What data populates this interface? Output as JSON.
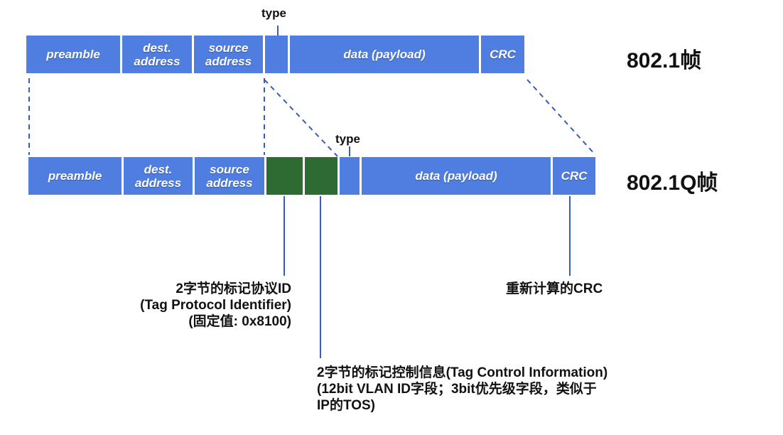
{
  "frames": {
    "top": {
      "title": "802.1帧",
      "type_label": "type",
      "fields": {
        "preamble": "preamble",
        "dest": "dest.\naddress",
        "source": "source\naddress",
        "type": "",
        "data": "data (payload)",
        "crc": "CRC"
      }
    },
    "bottom": {
      "title": "802.1Q帧",
      "type_label": "type",
      "fields": {
        "preamble": "preamble",
        "dest": "dest.\naddress",
        "source": "source\naddress",
        "tpid": "",
        "tci": "",
        "type": "",
        "data": "data (payload)",
        "crc": "CRC"
      }
    }
  },
  "annotations": {
    "tpid": {
      "line1": "2字节的标记协议ID",
      "line2": "(Tag Protocol Identifier)",
      "line3": "(固定值: 0x8100)"
    },
    "tci": {
      "line1": "2字节的标记控制信息(Tag Control Information)",
      "line2": "(12bit VLAN ID字段；3bit优先级字段，类似于",
      "line3": "IP的TOS)"
    },
    "crc": {
      "line1": "重新计算的CRC"
    }
  },
  "colors": {
    "field": "#4f7ee0",
    "tag": "#2e6b32",
    "line": "#3a5bb8"
  }
}
